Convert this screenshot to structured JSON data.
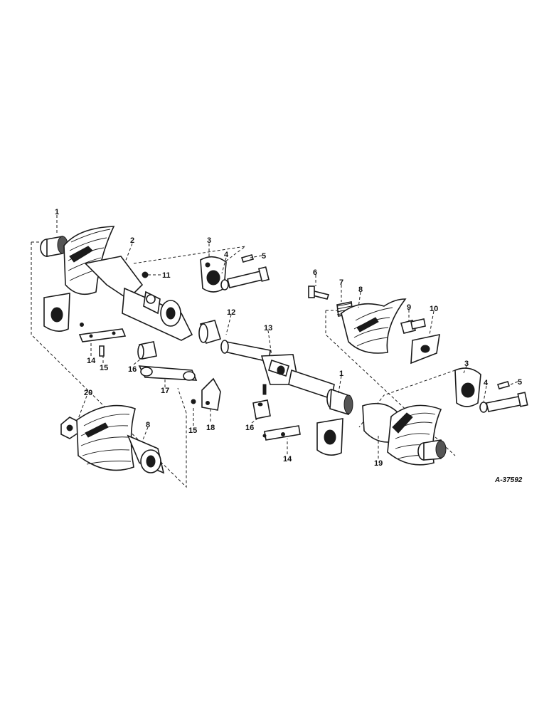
{
  "figure_ref": "A-37592",
  "callouts": [
    "1",
    "2",
    "3",
    "4",
    "5",
    "6",
    "7",
    "8",
    "9",
    "10",
    "11",
    "12",
    "13",
    "14",
    "15",
    "16",
    "17",
    "18",
    "19",
    "20"
  ]
}
